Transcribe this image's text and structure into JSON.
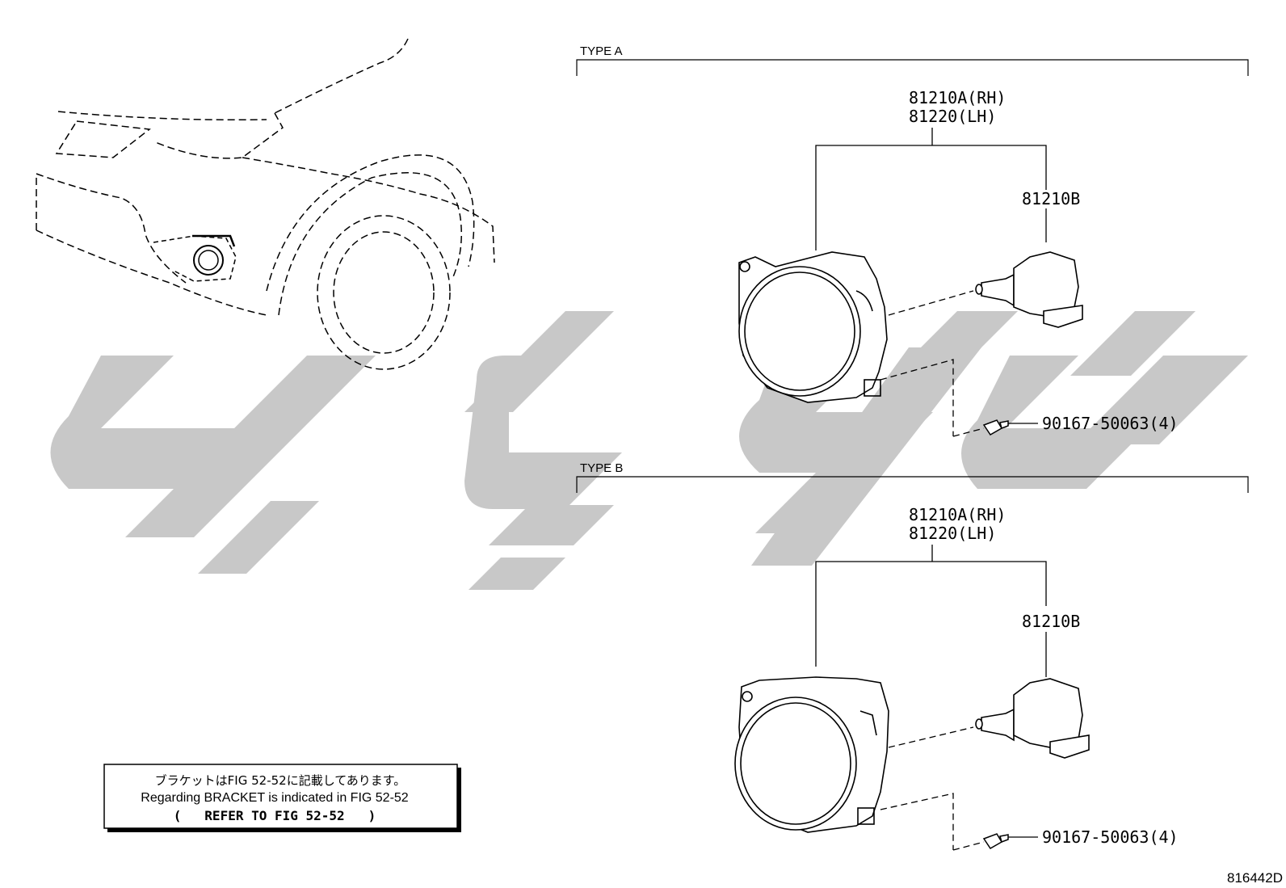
{
  "sections": [
    {
      "title": "TYPE A",
      "lamp_part": {
        "rh": "81210A(RH)",
        "lh": "81220(LH)"
      },
      "bulb_part": "81210B",
      "screw_part": "90167-50063(4)"
    },
    {
      "title": "TYPE B",
      "lamp_part": {
        "rh": "81210A(RH)",
        "lh": "81220(LH)"
      },
      "bulb_part": "81210B",
      "screw_part": "90167-50063(4)"
    }
  ],
  "note": {
    "japanese": "ブラケットはFIG 52-52に記載してあります。",
    "english": "Regarding BRACKET is indicated in FIG 52-52",
    "reference": "(   REFER TO FIG 52-52   )"
  },
  "diagram_id": "816442D",
  "watermark": {
    "color": "#c8c8c8"
  }
}
